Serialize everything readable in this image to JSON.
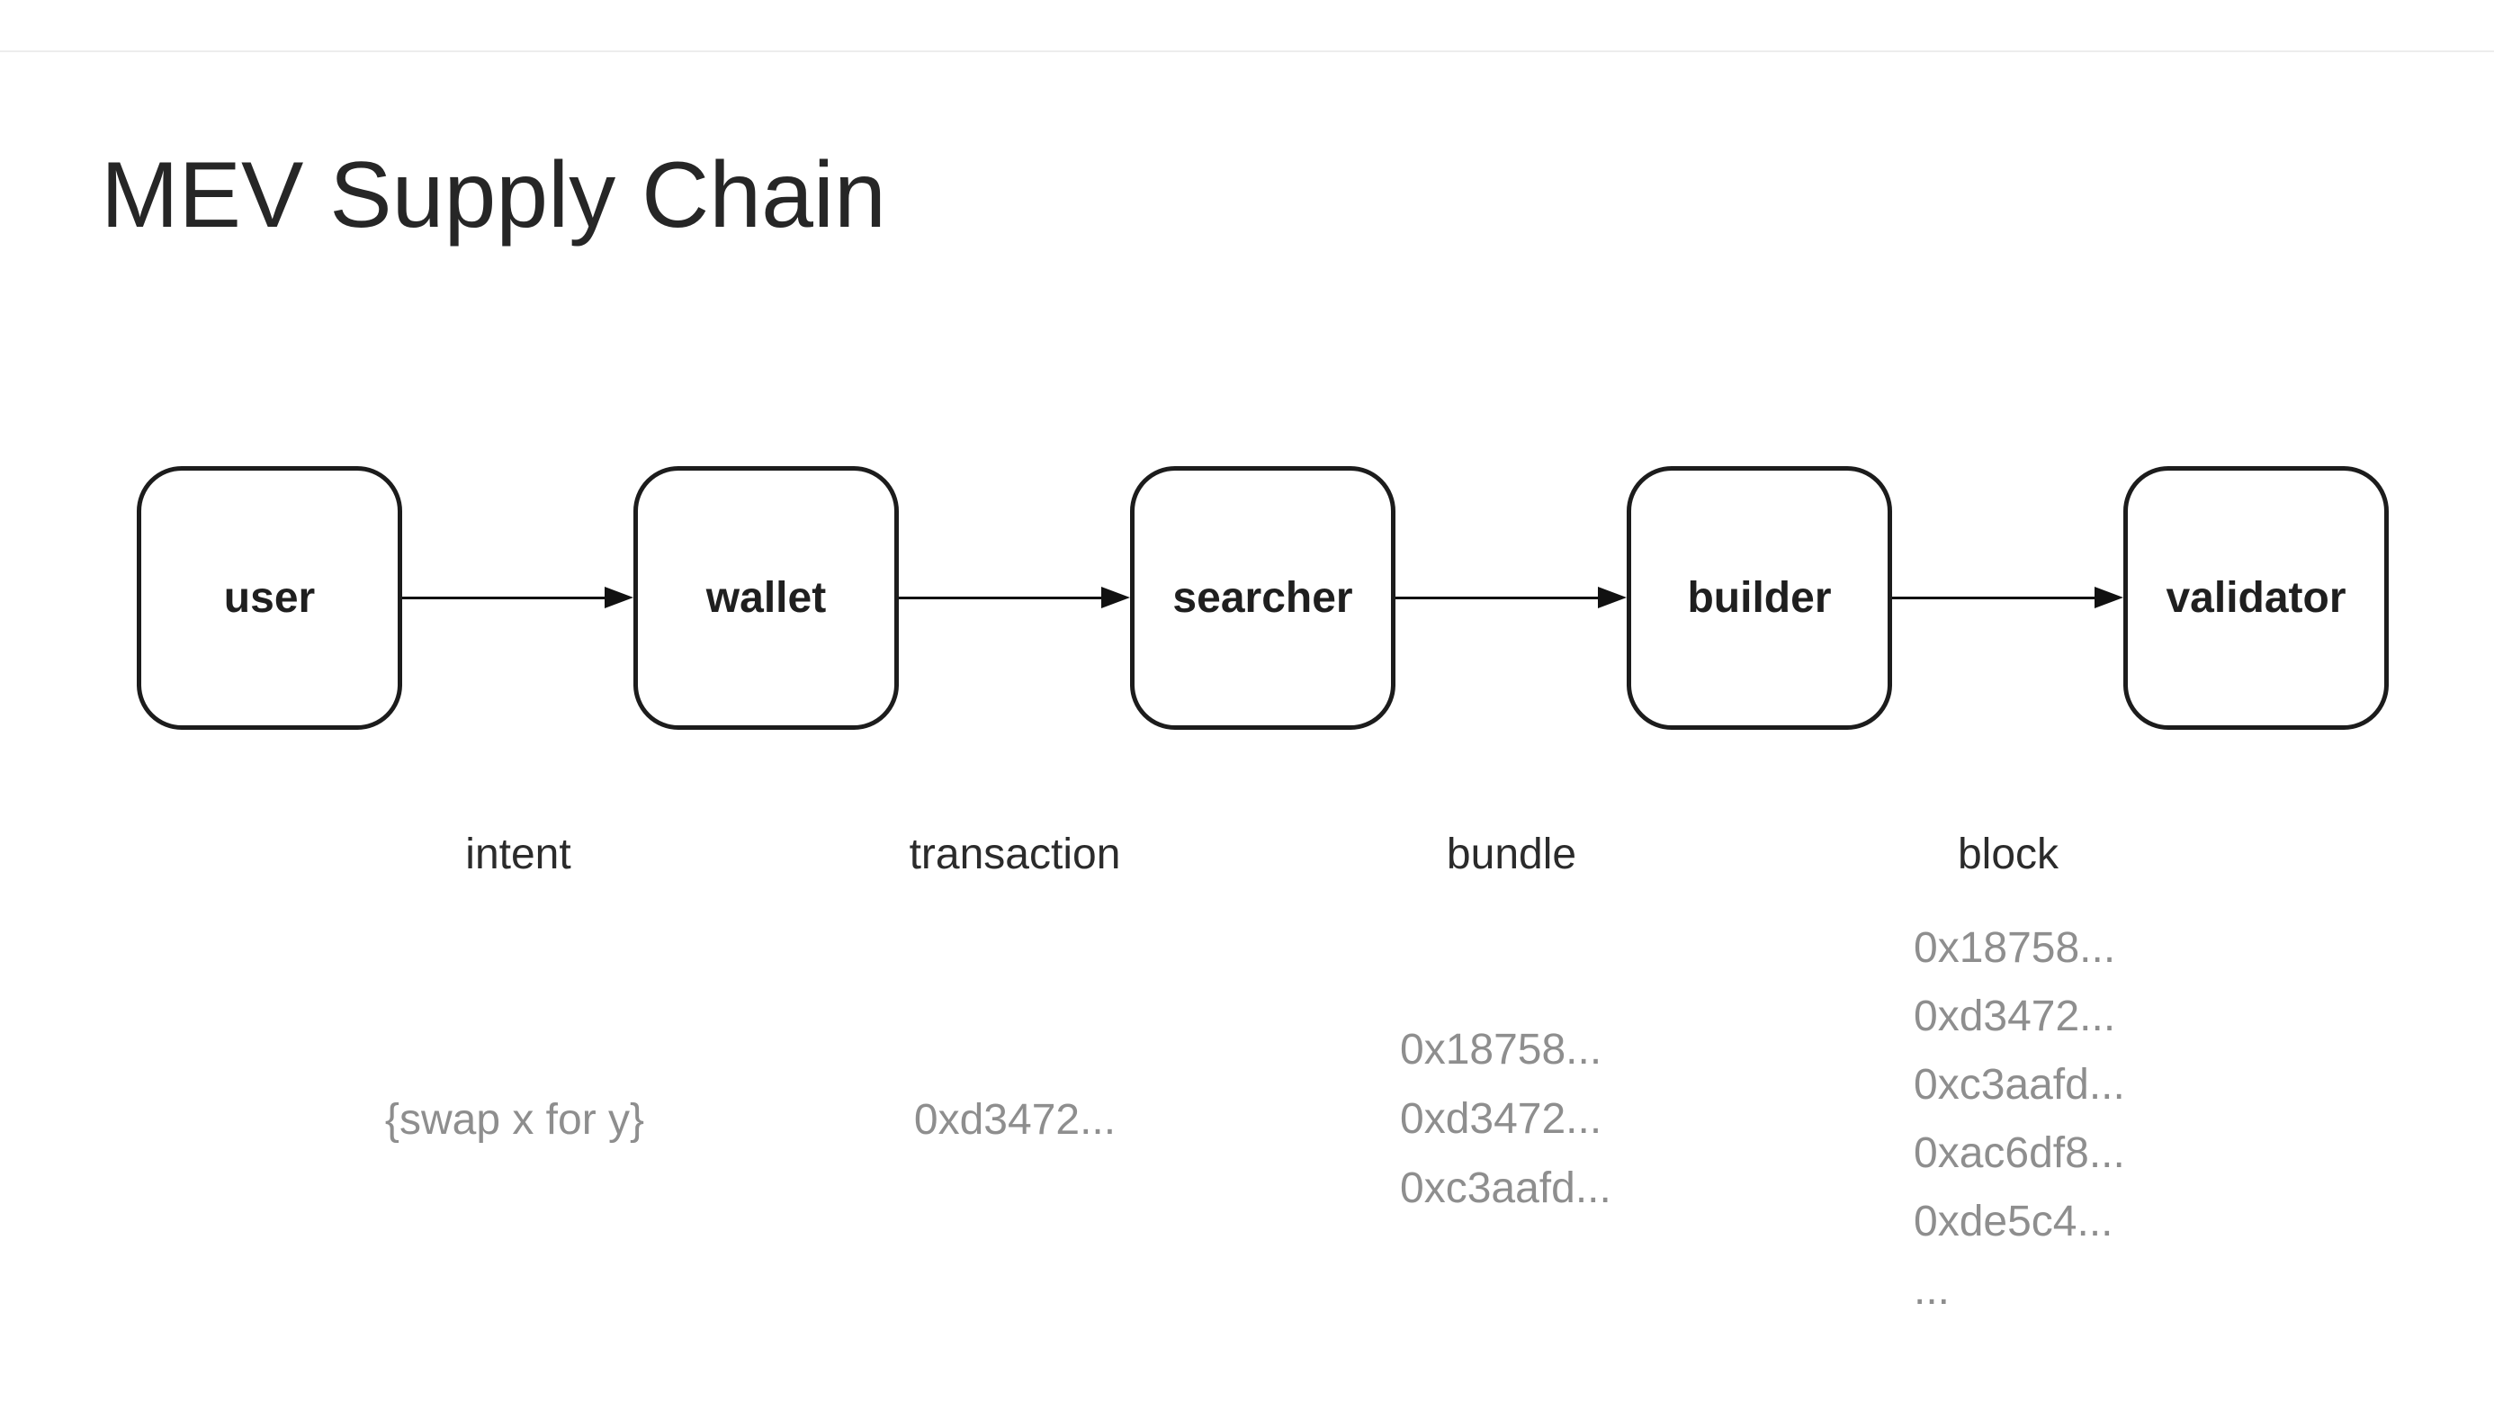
{
  "title": "MEV Supply Chain",
  "diagram": {
    "nodes": [
      {
        "label": "user"
      },
      {
        "label": "wallet"
      },
      {
        "label": "searcher"
      },
      {
        "label": "builder"
      },
      {
        "label": "validator"
      }
    ],
    "edges": [
      {
        "label": "intent",
        "example": "{swap x for y}"
      },
      {
        "label": "transaction",
        "example": "0xd3472..."
      },
      {
        "label": "bundle",
        "examples": [
          "0x18758...",
          "0xd3472...",
          "0xc3aafd..."
        ]
      },
      {
        "label": "block",
        "examples": [
          "0x18758...",
          "0xd3472...",
          "0xc3aafd...",
          "0xac6df8...",
          "0xde5c4...",
          "..."
        ]
      }
    ]
  },
  "colors": {
    "background": "#ffffff",
    "node_border": "#1c1c1c",
    "node_text": "#1f1f1f",
    "title_text": "#262626",
    "edge_label_text": "#2b2b2b",
    "example_text": "#8e8e8e",
    "arrow": "#111111",
    "top_divider": "#ededed"
  }
}
